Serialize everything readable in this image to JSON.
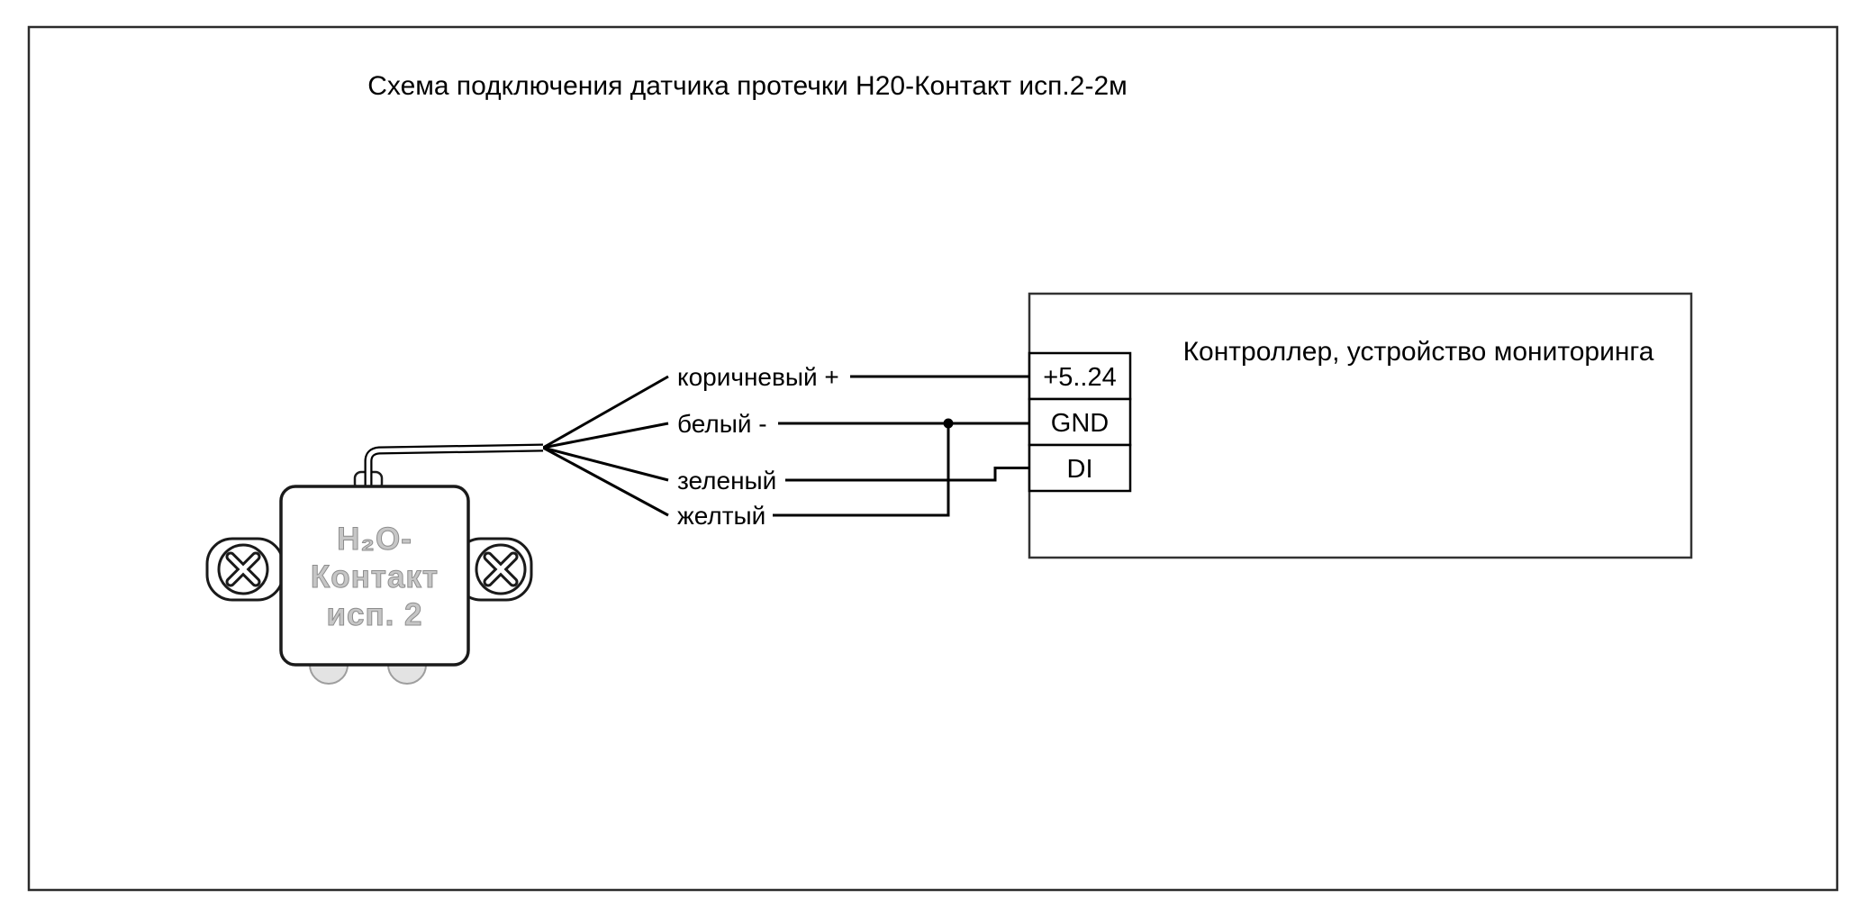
{
  "title": "Схема подключения датчика протечки H20-Контакт исп.2-2м",
  "sensor": {
    "name_line1": "H₂O-",
    "name_line2": "Контакт",
    "name_line3": "исп. 2"
  },
  "controller": {
    "label": "Контроллер, устройство мониторинга"
  },
  "terminals": [
    {
      "label": "+5..24"
    },
    {
      "label": "GND"
    },
    {
      "label": "DI"
    }
  ],
  "wires": [
    {
      "label": "коричневый +",
      "connects_to": "+5..24"
    },
    {
      "label": "белый -",
      "connects_to": "GND"
    },
    {
      "label": "зеленый",
      "connects_to": "DI"
    },
    {
      "label": "желтый",
      "connects_to": "GND"
    }
  ],
  "colors": {
    "line": "#000000",
    "background": "#ffffff",
    "sensor_text": "#c6c6c6"
  }
}
